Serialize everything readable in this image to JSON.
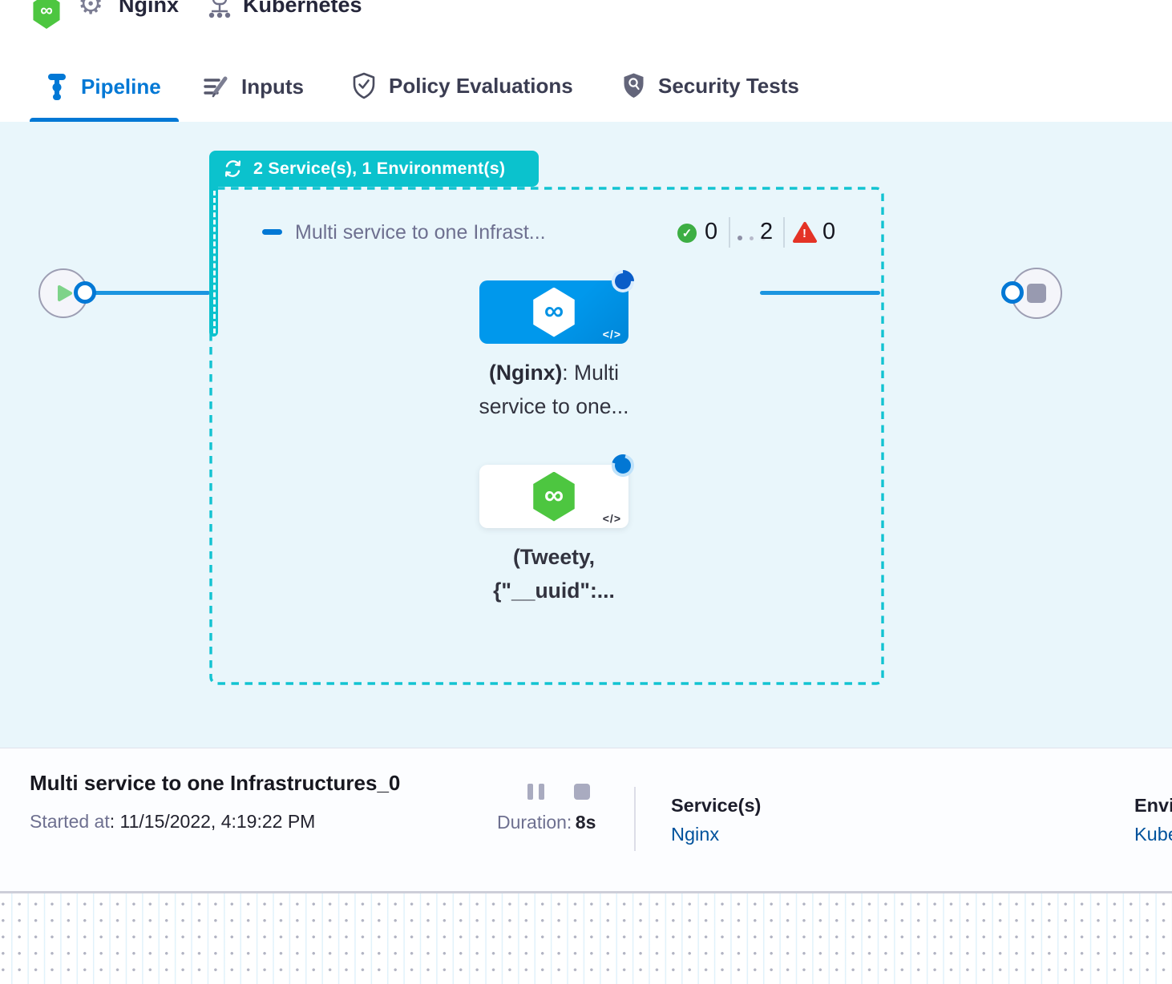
{
  "header": {
    "service_name": "Nginx",
    "environment_name": "Kubernetes"
  },
  "tabs": [
    {
      "label": "Pipeline",
      "active": true
    },
    {
      "label": "Inputs",
      "active": false
    },
    {
      "label": "Policy Evaluations",
      "active": false
    },
    {
      "label": "Security Tests",
      "active": false
    }
  ],
  "canvas": {
    "group_badge_label": "2 Service(s), 1 Environment(s)",
    "stage": {
      "title": "Multi service to one Infrast...",
      "success_count": "0",
      "running_count": "2",
      "failed_count": "0"
    },
    "nodes": [
      {
        "id": "nginx",
        "line1_bold": "(Nginx)",
        "line1_rest": ": Multi",
        "line2": "service to one..."
      },
      {
        "id": "tweety",
        "line1": "(Tweety,",
        "line2": "{\"__uuid\":..."
      }
    ]
  },
  "footer": {
    "title": "Multi service to one Infrastructures_0",
    "started_label": "Started at",
    "started_value": ": 11/15/2022, 4:19:22 PM",
    "duration_label": "Duration:",
    "duration_value": "8s",
    "services_label": "Service(s)",
    "services_value": "Nginx",
    "environments_label": "Environment(s)",
    "environments_value": "Kubernetes"
  },
  "icons": {
    "infinity": "∞",
    "gear": "⚙",
    "code": "</>",
    "check": "✓",
    "warning": "!"
  },
  "colors": {
    "primary_blue": "#0278d5",
    "edge_blue": "#1b95e0",
    "node_blue": "#0092e4",
    "teal": "#0bc2cd",
    "success_green": "#3dae43",
    "error_red": "#e43326",
    "logo_green": "#4dc640",
    "link_blue": "#00529c",
    "canvas_bg": "#e9f6fb"
  }
}
